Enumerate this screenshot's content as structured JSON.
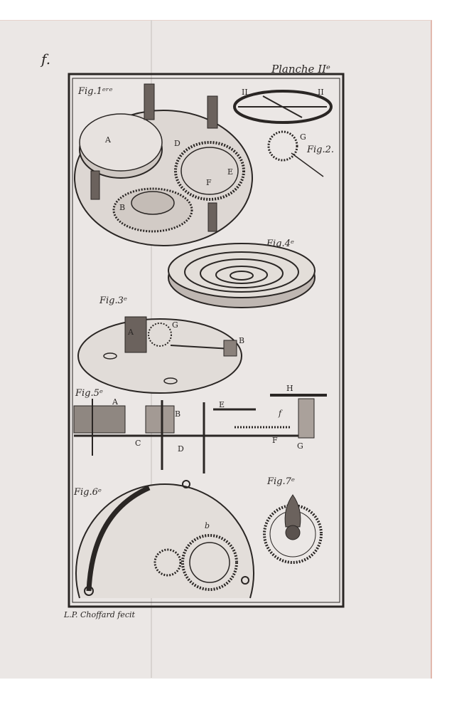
{
  "plate": {
    "title": "Planche IIᵉ",
    "corner_mark": "f.",
    "signature": "L.P. Choffard fecit",
    "figures": {
      "fig1": "Fig.1ᵉʳᵉ",
      "fig2": "Fig.2.",
      "fig3": "Fig.3ᵉ",
      "fig4": "Fig.4ᵉ",
      "fig5": "Fig.5ᵉ",
      "fig6": "Fig.6ᵉ",
      "fig7": "Fig.7ᵉ"
    },
    "letters": {
      "a": "A",
      "b": "B",
      "c": "C",
      "d": "D",
      "e": "E",
      "f": "F",
      "g": "G",
      "h": "H",
      "ii": "II",
      "small_f": "f",
      "small_b": "b"
    }
  },
  "colors": {
    "paper": "#ebe7e5",
    "ink": "#2a2624",
    "edge": "#e2b8ae"
  }
}
